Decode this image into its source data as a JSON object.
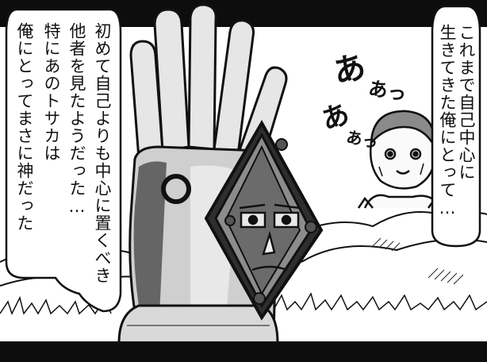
{
  "speech_left": {
    "line1": "初めて自己よりも中心に置くべき",
    "line2": "他者を見たようだった…",
    "line3": "特にあのトサカは",
    "line4": "俺にとってまさに神だった"
  },
  "speech_right": {
    "line1": "これまで自己中心に",
    "line2": "生きてきた俺にとって…"
  },
  "sfx": {
    "a1": "あ",
    "a2": "あっ",
    "a3": "あ",
    "a4": "あっ"
  }
}
